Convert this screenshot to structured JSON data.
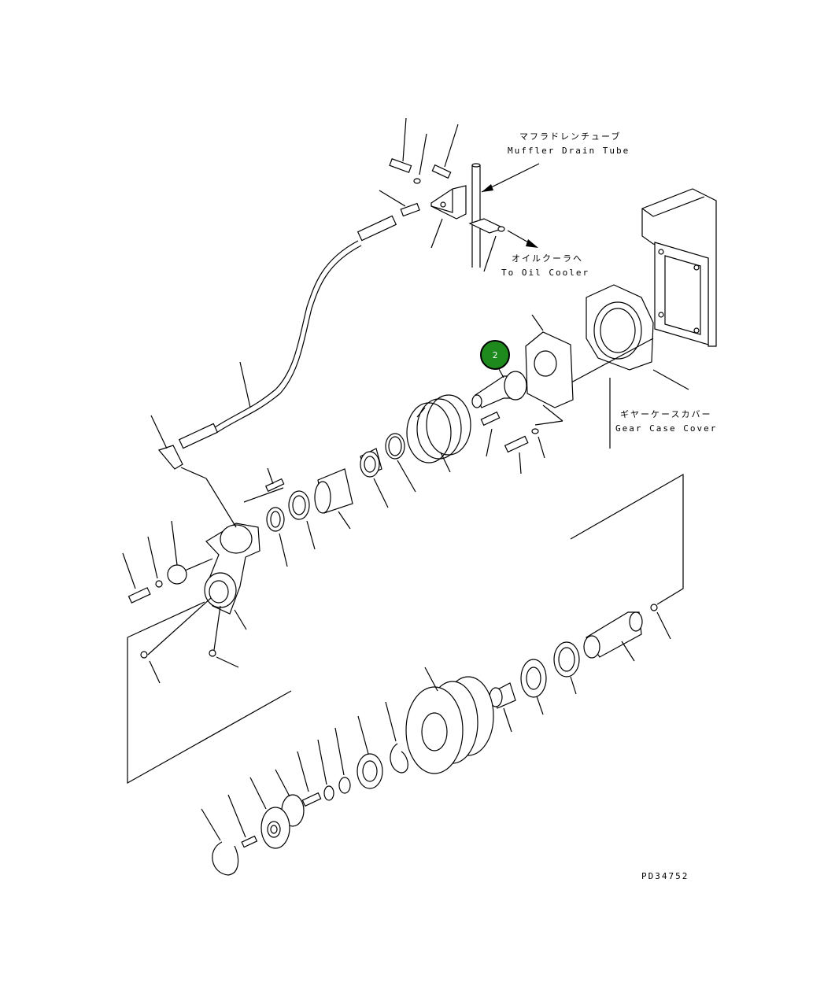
{
  "labels": {
    "muffler_drain_tube_jp": "マフラドレンチューブ",
    "muffler_drain_tube_en": "Muffler Drain Tube",
    "to_oil_cooler_jp": "オイルクーラへ",
    "to_oil_cooler_en": "To Oil Cooler",
    "gear_case_cover_jp": "ギヤーケースカバー",
    "gear_case_cover_en": "Gear Case Cover"
  },
  "callout": {
    "number": "2",
    "color": "#1e8a1e"
  },
  "drawing_number": "PD34752"
}
